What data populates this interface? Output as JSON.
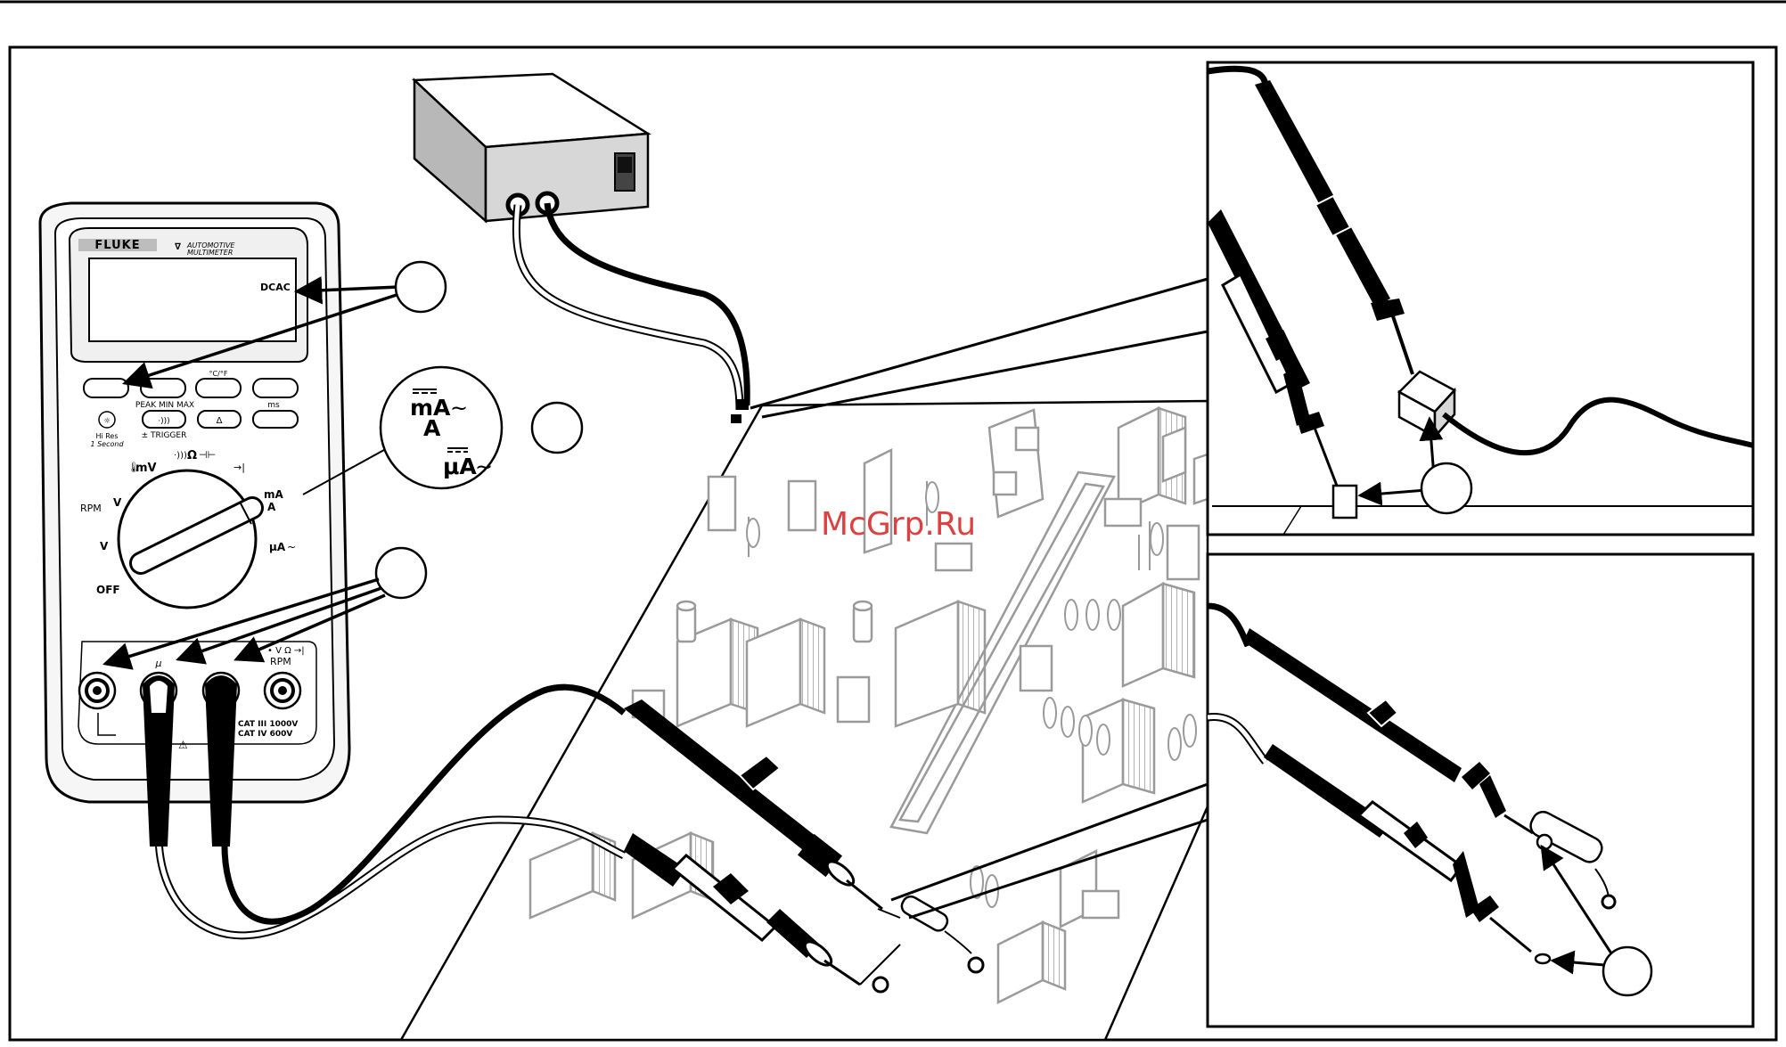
{
  "meter": {
    "brand": "FLUKE",
    "model_line1": "AUTOMOTIVE",
    "model_line2": "MULTIMETER",
    "display_mode": "DCAC",
    "btn_temp": "°C/°F",
    "btn_peak": "PEAK MIN MAX",
    "btn_trigger": "± TRIGGER",
    "btn_ms": "ms",
    "btn_delta": "Δ",
    "hires_line1": "Hi Res",
    "hires_line2": "1 Second",
    "dial_mv": "mV",
    "dial_ohm": "Ω",
    "dial_ma": "mA",
    "dial_a": "A",
    "dial_ua": "μA",
    "dial_rpm": "RPM",
    "dial_v": "V",
    "dial_off": "OFF",
    "jack_mu": "μ",
    "jack_rpm": "RPM",
    "cat_line1": "CAT III 1000V",
    "cat_line2": "CAT IV 600V"
  },
  "callout_range": {
    "ma": "mA",
    "a": "A",
    "ua": "μA"
  },
  "watermark": "McGrp.Ru"
}
